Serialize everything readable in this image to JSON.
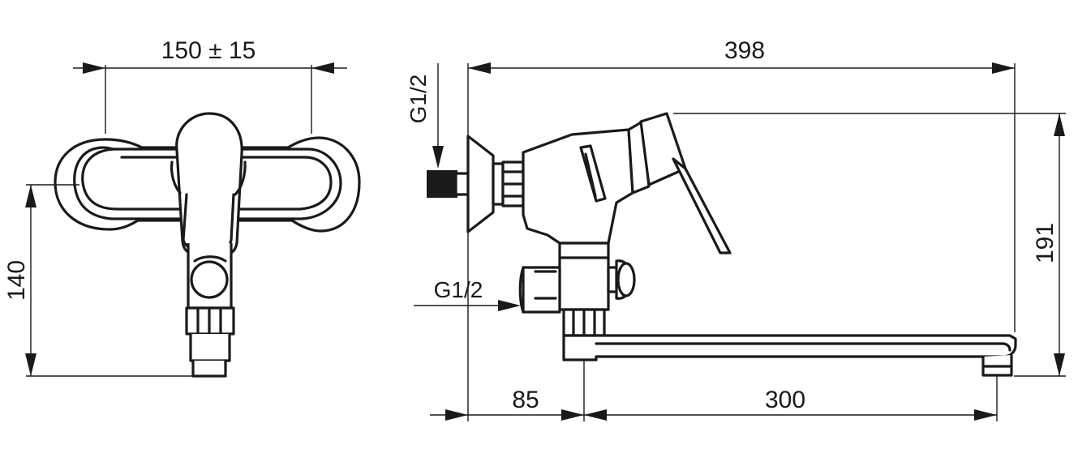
{
  "front_view": {
    "width_dimension": "150 ± 15",
    "height_dimension": "140"
  },
  "side_view": {
    "overall_length": "398",
    "overall_height": "191",
    "wall_to_spout_axis": "85",
    "spout_reach": "300",
    "inlet_thread_label": "G1/2",
    "outlet_thread_label": "G1/2"
  }
}
